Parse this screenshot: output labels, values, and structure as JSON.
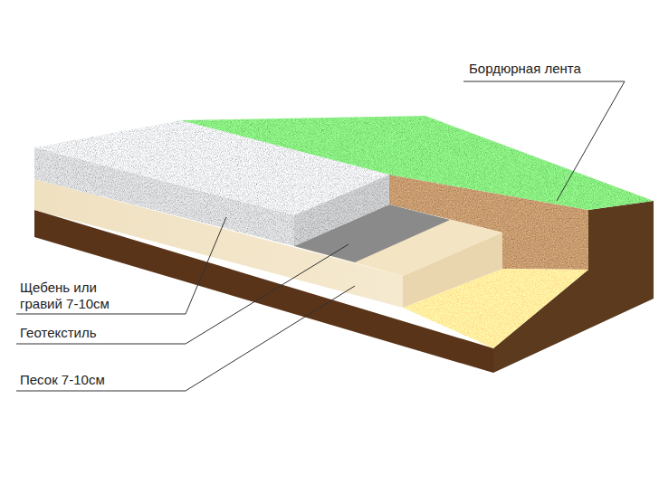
{
  "diagram": {
    "labels": [
      "Бордюрная лента",
      "Щебень или гравий 7-10см",
      "Геотекстиль",
      "Песок 7-10см"
    ]
  }
}
